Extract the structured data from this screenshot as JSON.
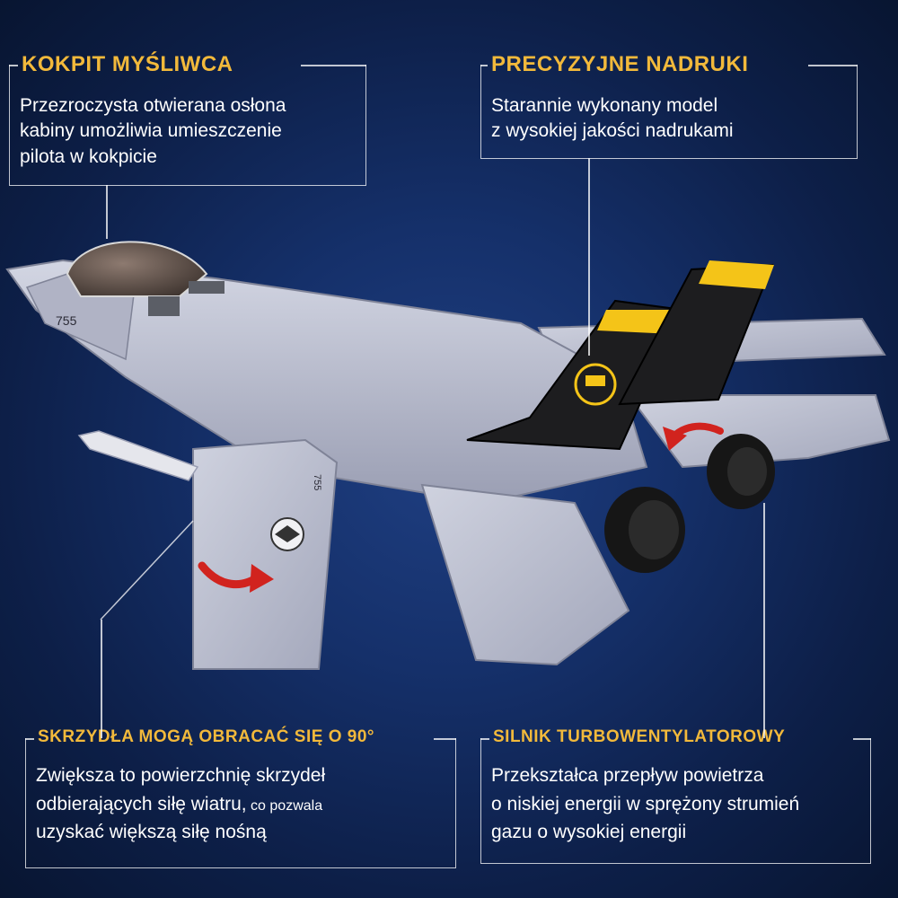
{
  "callouts": {
    "cockpit": {
      "title": "KOKPIT MYŚLIWCA",
      "text": [
        "Przezroczysta otwierana osłona",
        "kabiny umożliwia umieszczenie",
        "pilota w kokpicie"
      ]
    },
    "prints": {
      "title": "PRECYZYJNE NADRUKI",
      "text": [
        "Starannie wykonany model",
        "z wysokiej jakości nadrukami"
      ]
    },
    "wings": {
      "title": "SKRZYDŁA MOGĄ OBRACAĆ SIĘ O 90°",
      "text_line1": "Zwiększa to powierzchnię skrzydeł",
      "text_line2_main": "odbierających siłę wiatru,",
      "text_line2_small": " co pozwala",
      "text_line3": "uzyskać większą siłę nośną"
    },
    "engine": {
      "title": "SILNIK TURBOWENTYLATOROWY",
      "text": [
        "Przekształca przepływ powietrza",
        "o niskiej energii w sprężony strumień",
        "gazu o wysokiej energii"
      ]
    }
  },
  "model": {
    "tail_number_nose": "755",
    "tail_number_wing": "755",
    "colors": {
      "accent": "#f2b93b",
      "body": "#b9bccb",
      "tail": "#1c1c1c",
      "stripe": "#f4c418",
      "arrow": "#d1231e"
    }
  }
}
